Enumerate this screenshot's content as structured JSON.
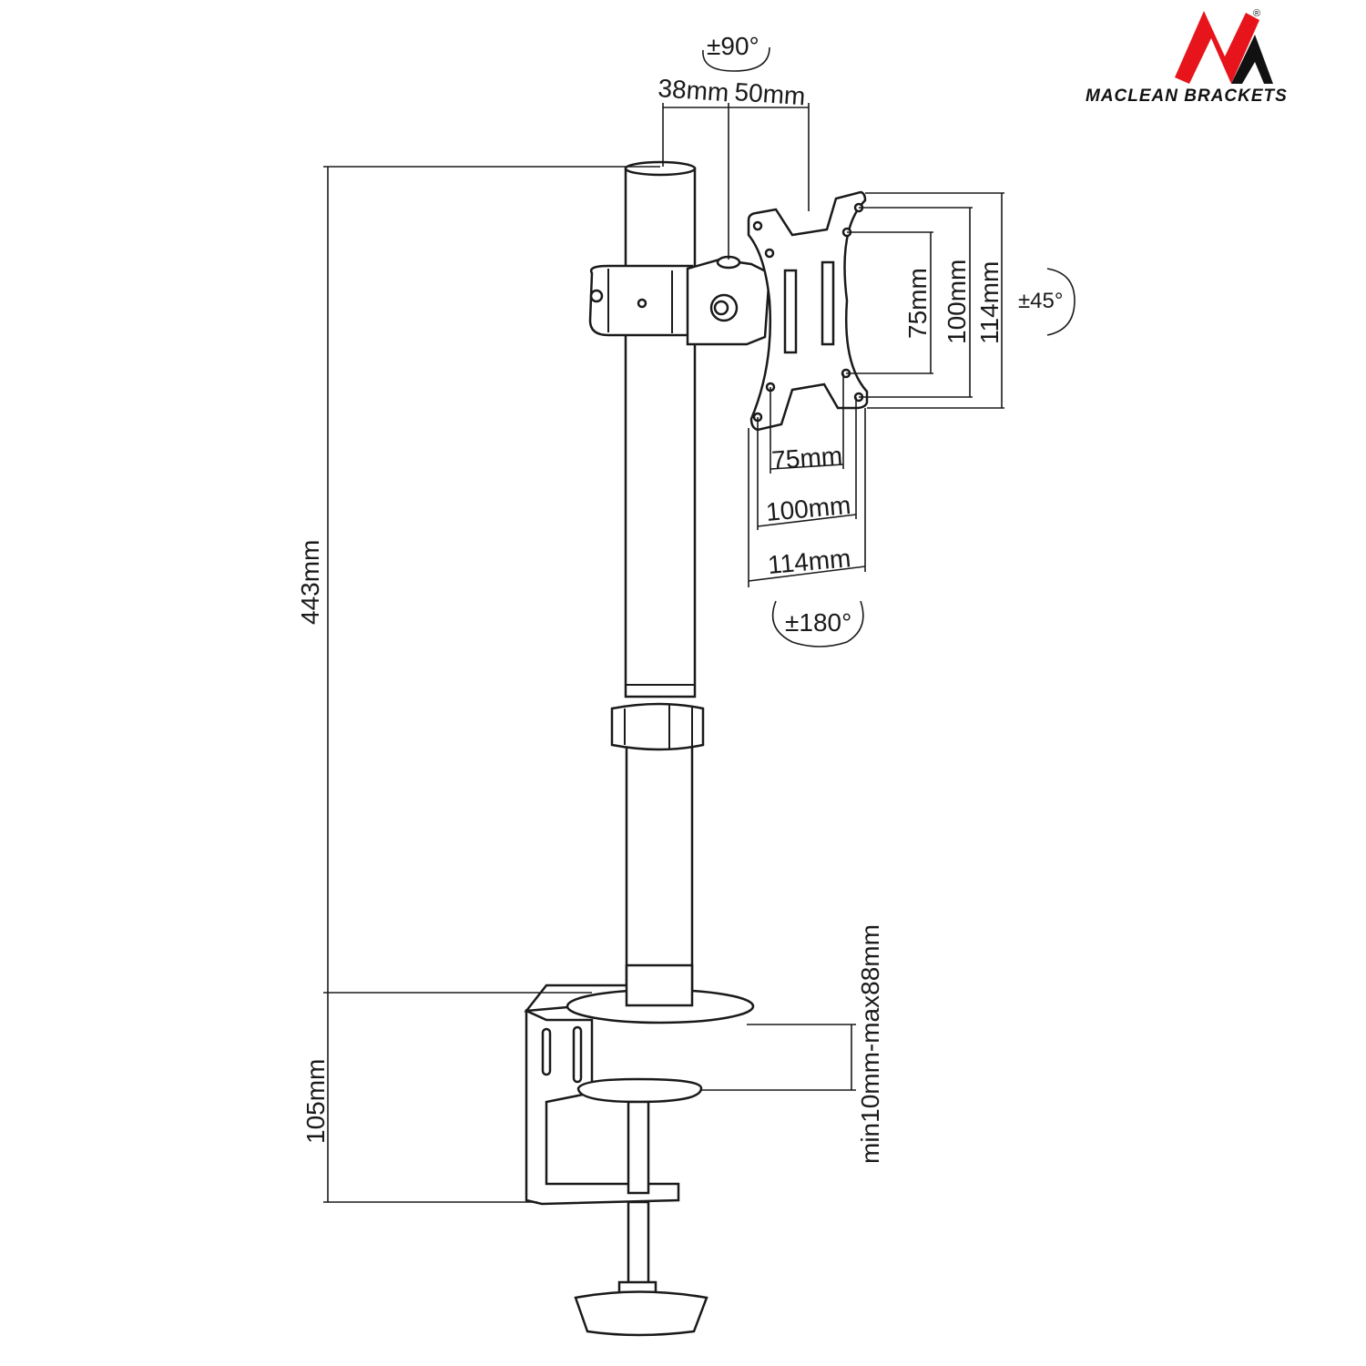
{
  "logo": {
    "brand": "MACLEAN BRACKETS",
    "registered": "®",
    "red": "#e8141c",
    "black": "#111111"
  },
  "dimensions": {
    "swivel_top": "±90°",
    "offset_a": "38mm",
    "offset_b": "50mm",
    "tilt": "±45°",
    "vesa_v_75": "75mm",
    "vesa_v_100": "100mm",
    "vesa_v_114": "114mm",
    "vesa_h_75": "75mm",
    "vesa_h_100": "100mm",
    "vesa_h_114": "114mm",
    "rotation": "±180°",
    "pole_height": "443mm",
    "clamp_height": "105mm",
    "desk_thickness": "min10mm-max88mm"
  }
}
